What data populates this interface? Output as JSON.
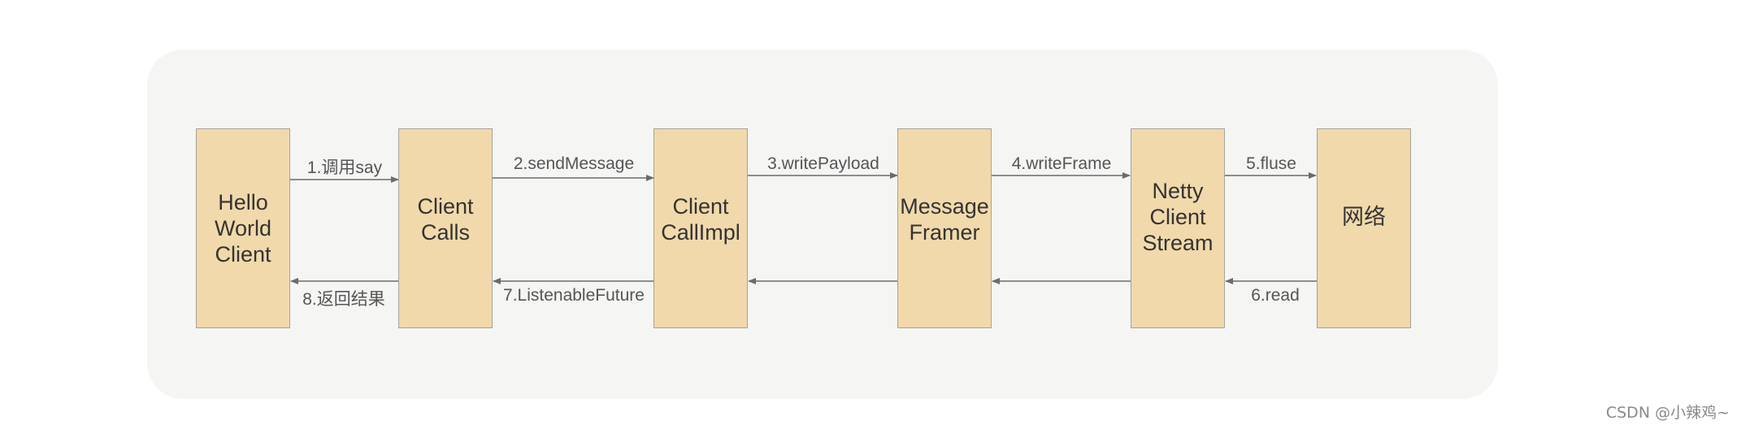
{
  "nodes": {
    "hello_world_client": [
      "Hello",
      "World",
      "Client"
    ],
    "client_calls": [
      "Client",
      "Calls"
    ],
    "client_callimpl": [
      "Client",
      "CallImpl"
    ],
    "message_framer": [
      "Message",
      "Framer"
    ],
    "netty_client_stream": [
      "Netty",
      "Client",
      "Stream"
    ],
    "network": [
      "网络"
    ]
  },
  "forward_labels": {
    "step1": "1.调用say",
    "step2": "2.sendMessage",
    "step3": "3.writePayload",
    "step4": "4.writeFrame",
    "step5": "5.fluse"
  },
  "return_labels": {
    "step6": "6.read",
    "step7": "7.ListenableFuture",
    "step8": "8.返回结果"
  },
  "colors": {
    "panel": "#f5f5f4",
    "box_fill": "#f1d9ab",
    "box_border": "#a7a19a",
    "arrow": "#6b6b6b"
  },
  "watermark": "CSDN @小辣鸡~"
}
